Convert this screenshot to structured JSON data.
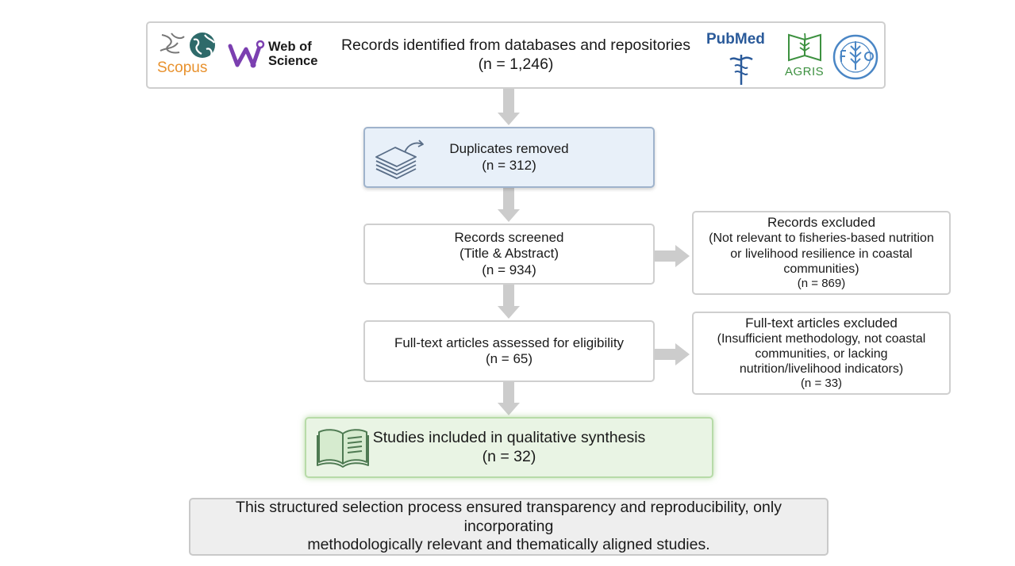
{
  "logos": {
    "scopus": "Scopus",
    "wos_line1": "Web of",
    "wos_line2": "Science",
    "pubmed": "PubMed",
    "agris": "AGRIS"
  },
  "identified": {
    "label": "Records identified from databases and repositories",
    "count": "(n = 1,246)"
  },
  "duplicates": {
    "label": "Duplicates removed",
    "count": "(n = 312)"
  },
  "screened": {
    "label": "Records screened",
    "sub": "(Title & Abstract)",
    "count": "(n = 934)"
  },
  "excluded": {
    "label": "Records excluded",
    "reason_lines": [
      "(Not relevant to fisheries-based nutrition",
      "or livelihood resilience in coastal",
      "communities)"
    ],
    "count": "(n = 869)"
  },
  "fulltext": {
    "label": "Full-text articles assessed for eligibility",
    "count": "(n = 65)"
  },
  "ft_excluded": {
    "label": "Full-text articles excluded",
    "reason_lines": [
      "(Insufficient methodology, not coastal",
      "communities, or lacking",
      "nutrition/livelihood indicators)"
    ],
    "count": "(n = 33)"
  },
  "included": {
    "label": "Studies included in qualitative synthesis",
    "count": "(n = 32)"
  },
  "note": {
    "line1": "This structured selection process ensured transparency and reproducibility, only incorporating",
    "line2": "methodologically relevant and thematically aligned studies."
  },
  "colors": {
    "scopus": "#e8912d",
    "wos": "#7b3fb0",
    "pubmed": "#2a5a9a",
    "agris": "#3d9140",
    "fao": "#4a86c5",
    "arrow": "#cccccc",
    "duplicates_fill": "#e8f0f9",
    "included_fill": "#e9f4e4"
  },
  "icons": [
    "scopus-logo-icon",
    "globe-icon",
    "web-of-science-logo-icon",
    "pubmed-logo-icon",
    "caduceus-icon",
    "agris-logo-icon",
    "fao-logo-icon",
    "document-stack-icon",
    "open-book-icon"
  ]
}
